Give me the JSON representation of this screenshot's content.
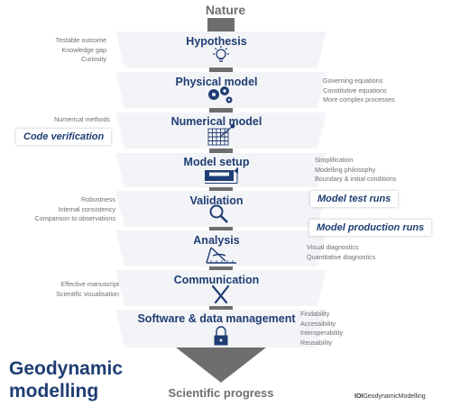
{
  "top_label": "Nature",
  "bottom_label": "Scientific progress",
  "main_title": [
    "Geodynamic",
    "modelling"
  ],
  "credit_prefix": "IOI",
  "credit_name": "GeodynamicModelling",
  "colors": {
    "navy": "#1f3d73",
    "gray": "#6f6f6f",
    "trap": "#f2f3f6",
    "shaft": "#6e6e6e"
  },
  "steps": [
    {
      "title": "Hypothesis",
      "icon": "lightbulb-icon"
    },
    {
      "title": "Physical model",
      "icon": "gears-icon"
    },
    {
      "title": "Numerical model",
      "icon": "grid-mesh-icon"
    },
    {
      "title": "Model setup",
      "icon": "model-box-icon"
    },
    {
      "title": "Validation",
      "icon": "magnifier-icon"
    },
    {
      "title": "Analysis",
      "icon": "compass-icon"
    },
    {
      "title": "Communication",
      "icon": "pen-quill-icon"
    },
    {
      "title": "Software & data management",
      "icon": "lock-icon"
    }
  ],
  "notes": {
    "hypothesis_left": [
      "Testable outcome",
      "Knowledge gap",
      "Curiosity"
    ],
    "physical_right": [
      "Governing equations",
      "Constitutive equations",
      "More complex processes"
    ],
    "numerical_left": [
      "Numerical methods"
    ],
    "setup_right": [
      "Simplification",
      "Modelling philosophy",
      "Boundary & initial conditions"
    ],
    "validation_left": [
      "Robustness",
      "Internal consistency",
      "Comparison to observations"
    ],
    "analysis_right": [
      "Visual diagnostics",
      "Quantitative diagnostics"
    ],
    "communication_left": [
      "Effective manuscript",
      "Scientific visualisation"
    ],
    "software_right": [
      "Findability",
      "Accessibility",
      "Interoperability",
      "Reusability"
    ]
  },
  "badges": {
    "code_verification": "Code verification",
    "model_test_runs": "Model test runs",
    "model_production_runs": "Model production runs"
  }
}
